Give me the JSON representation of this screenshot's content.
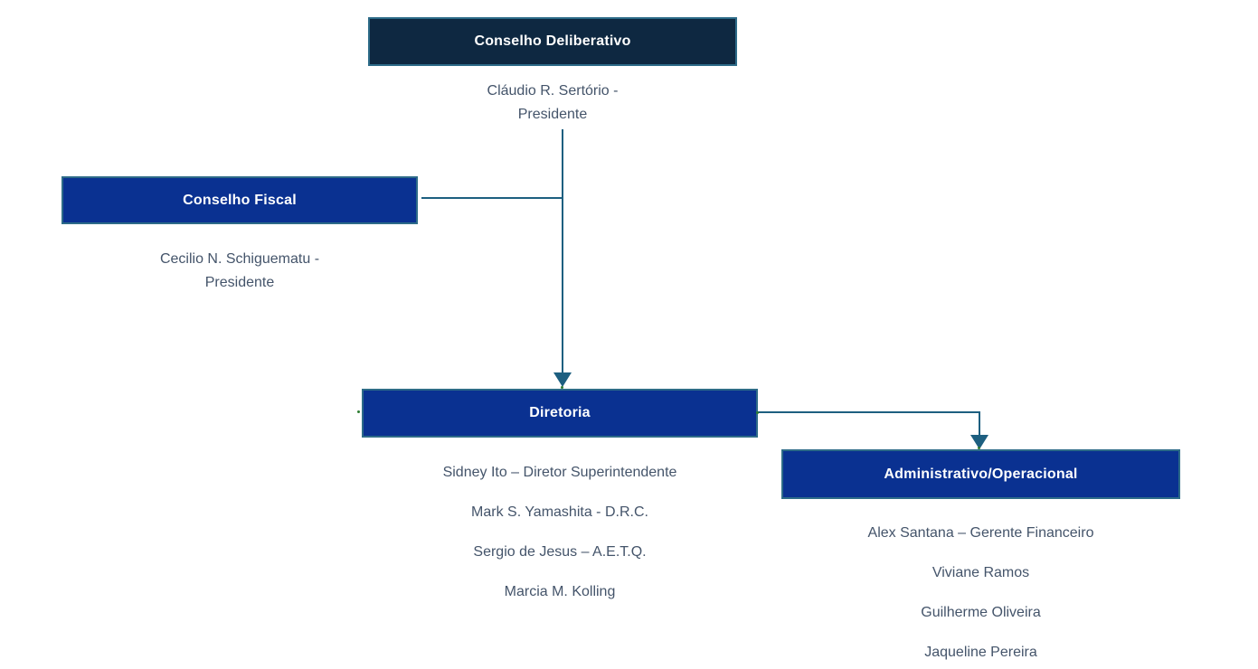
{
  "colors": {
    "background": "#ffffff",
    "deliberativo_box_fill": "#0e2841",
    "blue_box_fill": "#0a3191",
    "box_border": "#2d6b88",
    "connector_line": "#1d5f80",
    "caption_text": "#44546a",
    "box_title_text": "#ffffff",
    "connection_dot": "#2e7d32"
  },
  "org_chart": {
    "conselho_deliberativo": {
      "title": "Conselho Deliberativo",
      "lines": [
        "Cláudio R. Sertório -",
        "Presidente"
      ]
    },
    "conselho_fiscal": {
      "title": "Conselho Fiscal",
      "lines": [
        "Cecilio N. Schiguematu -",
        "Presidente"
      ]
    },
    "diretoria": {
      "title": "Diretoria",
      "members": [
        "Sidney Ito – Diretor Superintendente",
        "Mark S. Yamashita - D.R.C.",
        "Sergio de Jesus – A.E.T.Q.",
        "Marcia M. Kolling"
      ]
    },
    "administrativo_operacional": {
      "title": "Administrativo/Operacional",
      "members": [
        "Alex Santana – Gerente Financeiro",
        "Viviane Ramos",
        "Guilherme Oliveira",
        "Jaqueline Pereira"
      ]
    }
  }
}
